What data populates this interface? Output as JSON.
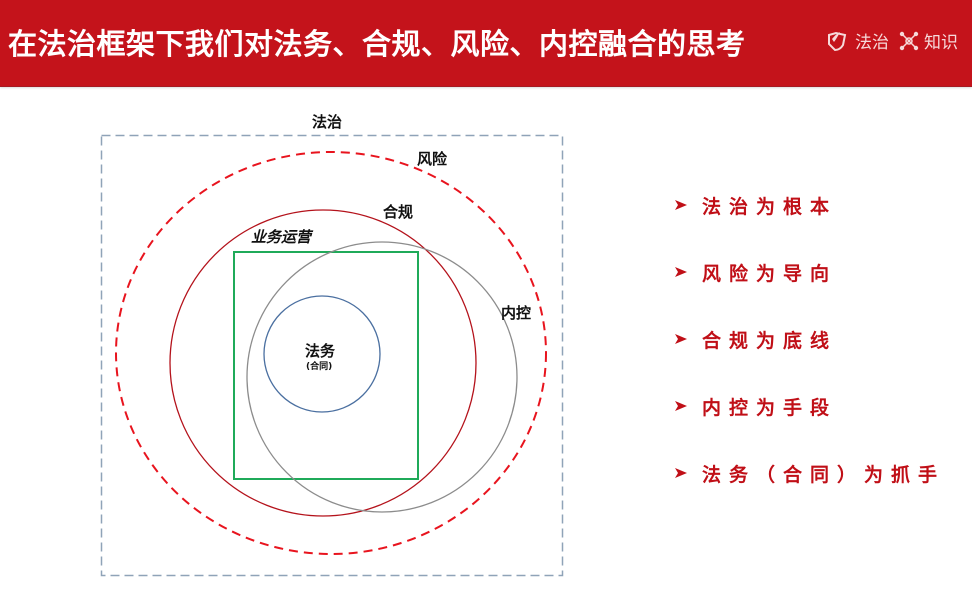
{
  "header": {
    "title": "在法治框架下我们对法务、合规、风险、内控融合的思考",
    "background_color": "#c4131b",
    "tags": [
      {
        "icon": "shield-feather-icon",
        "label": "法治"
      },
      {
        "icon": "network-nodes-icon",
        "label": "知识"
      }
    ]
  },
  "diagram": {
    "labels": {
      "rule_of_law": "法治",
      "risk": "风险",
      "compliance": "合规",
      "business_operations": "业务运营",
      "internal_control": "内控",
      "legal_affairs": "法务",
      "legal_affairs_sub": "(合同)"
    },
    "colors": {
      "rule_of_law_box": "#8fa3b8",
      "risk_circle": "#e8141e",
      "compliance_circle": "#b4121b",
      "business_rect": "#1faa59",
      "internal_control_circle": "#8c8c8c",
      "legal_affairs_circle": "#4a6fa0"
    }
  },
  "points": {
    "color": "#c00f17",
    "items": [
      {
        "text": "法治为根本"
      },
      {
        "text": "风险为导向"
      },
      {
        "text": "合规为底线"
      },
      {
        "text": "内控为手段"
      },
      {
        "text": "法务（合同）为抓手"
      }
    ]
  }
}
